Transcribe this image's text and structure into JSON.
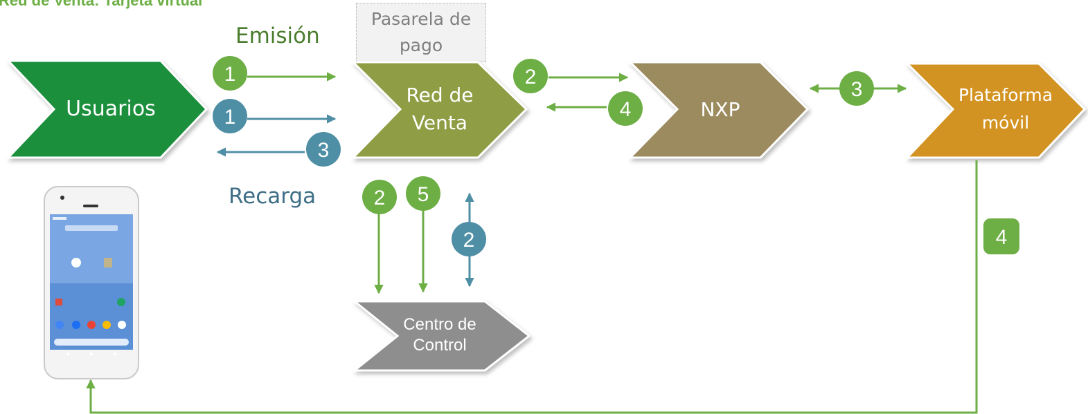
{
  "title": "Red de Venta: Tarjeta virtual",
  "labels": {
    "emision": "Emisión",
    "recarga": "Recarga",
    "pasarela_line1": "Pasarela de",
    "pasarela_line2": "pago"
  },
  "nodes": {
    "usuarios": "Usuarios",
    "red_de_venta_line1": "Red de",
    "red_de_venta_line2": "Venta",
    "nxp": "NXP",
    "plataforma_line1": "Plataforma",
    "plataforma_line2": "móvil",
    "centro_line1": "Centro de",
    "centro_line2": "Control"
  },
  "steps": {
    "emision_1": "1",
    "recarga_1": "1",
    "recarga_3": "3",
    "emision_2_nxp": "2",
    "emision_4_nxp": "4",
    "emision_3_plataforma": "3",
    "emision_2_centro": "2",
    "emision_5_centro": "5",
    "recarga_2_centro": "2",
    "emision_4_phone": "4"
  },
  "colors": {
    "usuarios": "#1e8f3e",
    "red_de_venta": "#8f9e45",
    "nxp": "#9b8b5f",
    "plataforma": "#d29320",
    "centro": "#8e8e8e",
    "emision": "#6dae45",
    "recarga": "#4f8fa5"
  }
}
